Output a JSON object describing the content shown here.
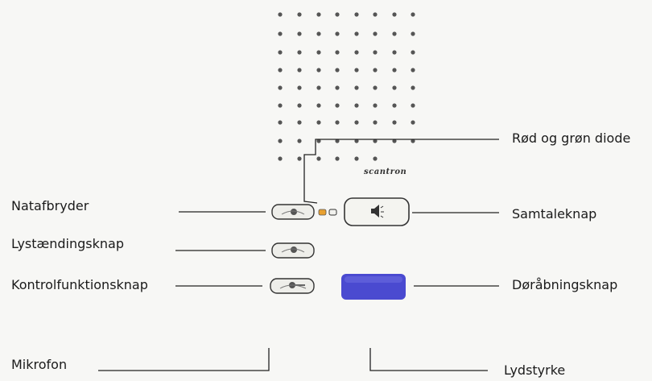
{
  "diagram": {
    "brand": "scantron",
    "labels": {
      "natafbryder": "Natafbryder",
      "lystaendingsknap": "Lystændingsknap",
      "kontrolfunktionsknap": "Kontrolfunktionsknap",
      "mikrofon": "Mikrofon",
      "rod_og_gron_diode": "Rød og grøn diode",
      "samtaleknap": "Samtaleknap",
      "doraabningsknap": "Døråbningsknap",
      "lydstyrke": "Lydstyrke"
    },
    "colors": {
      "door_button": "#4a4ad0",
      "diode": "#e8a030",
      "line": "#222222",
      "dot": "#555555"
    },
    "icons": {
      "samtaleknap": "speaker-icon",
      "natafbryder": "moon-icon",
      "lystaendingsknap": "lightbulb-icon",
      "kontrolfunktionsknap": "key-icon"
    }
  }
}
